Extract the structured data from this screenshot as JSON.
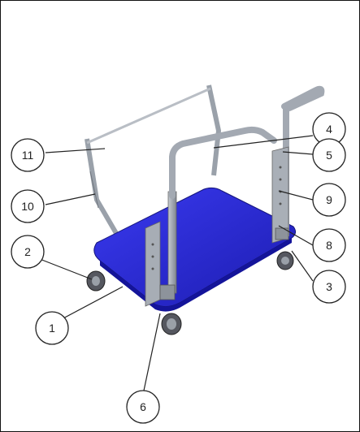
{
  "callouts": [
    {
      "label": "1"
    },
    {
      "label": "2"
    },
    {
      "label": "3"
    },
    {
      "label": "4"
    },
    {
      "label": "5"
    },
    {
      "label": "6"
    },
    {
      "label": "8"
    },
    {
      "label": "9"
    },
    {
      "label": "10"
    },
    {
      "label": "11"
    }
  ],
  "colors": {
    "platform": "#2a2ad6",
    "platform_shade": "#1a1a9a",
    "frame_metal": "#a9afb8",
    "frame_dark": "#7d838c",
    "wheel": "#4a4a55",
    "outline": "#222222"
  }
}
